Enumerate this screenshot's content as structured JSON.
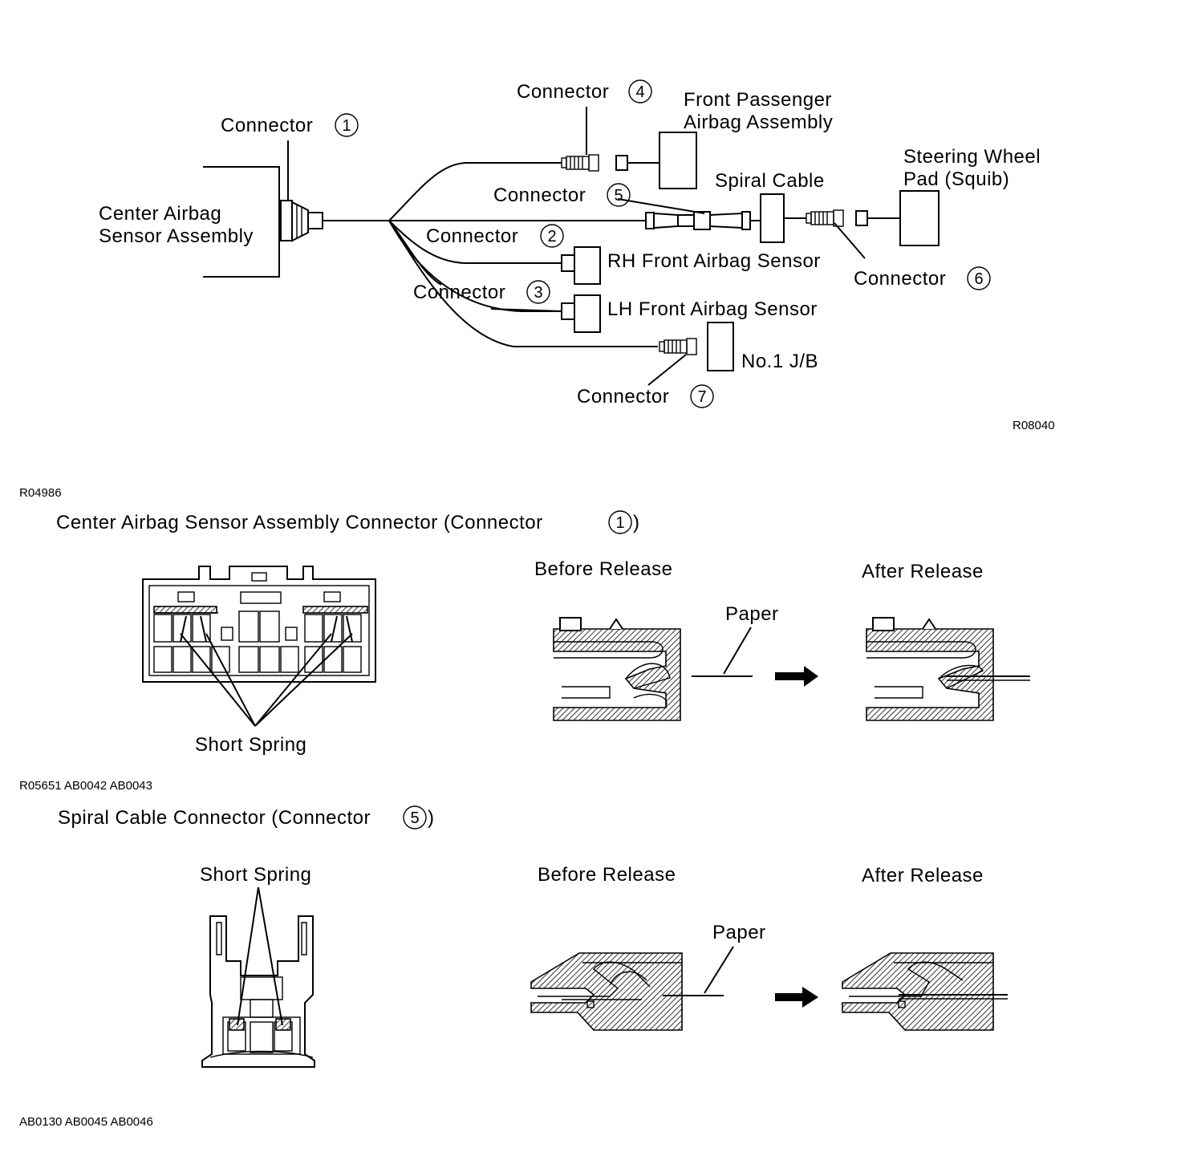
{
  "wiring": {
    "center_sensor": [
      "Center Airbag",
      "Sensor Assembly"
    ],
    "front_passenger": [
      "Front Passenger",
      "Airbag Assembly"
    ],
    "spiral_cable": "Spiral Cable",
    "steering_wheel": [
      "Steering Wheel",
      "Pad (Squib)"
    ],
    "rh_sensor": "RH Front Airbag Sensor",
    "lh_sensor": "LH Front Airbag Sensor",
    "jb": "No.1 J/B",
    "code": "R08040",
    "connectors": [
      {
        "label": "Connector",
        "num": "1"
      },
      {
        "label": "Connector",
        "num": "2"
      },
      {
        "label": "Connector",
        "num": "3"
      },
      {
        "label": "Connector",
        "num": "4"
      },
      {
        "label": "Connector",
        "num": "5"
      },
      {
        "label": "Connector",
        "num": "6"
      },
      {
        "label": "Connector",
        "num": "7"
      }
    ]
  },
  "section1": {
    "code_above": "R04986",
    "title_prefix": "Center Airbag Sensor Assembly Connector (Connector",
    "title_num": "1",
    "title_suffix": ")",
    "short_spring": "Short Spring",
    "before": "Before Release",
    "after": "After Release",
    "paper": "Paper",
    "code_below": "R05651 AB0042 AB0043"
  },
  "section2": {
    "title_prefix": "Spiral Cable Connector (Connector",
    "title_num": "5",
    "title_suffix": ")",
    "short_spring": "Short Spring",
    "before": "Before Release",
    "after": "After Release",
    "paper": "Paper",
    "code_below": "AB0130 AB0045 AB0046"
  }
}
